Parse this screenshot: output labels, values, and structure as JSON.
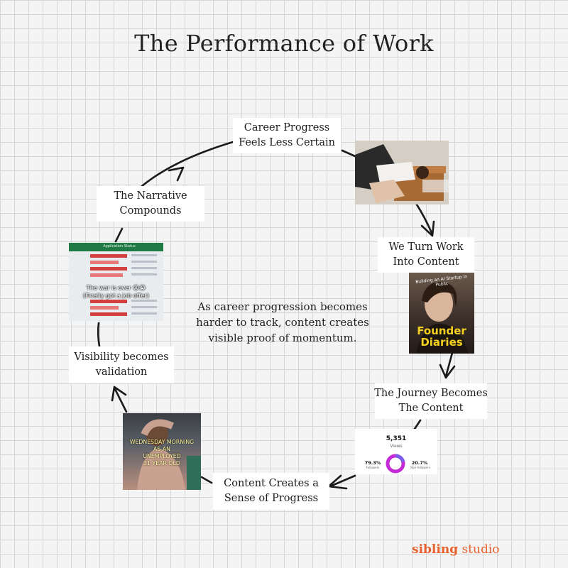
{
  "title": "The Performance of Work",
  "center_text": [
    "As career progression becomes",
    "harder to track, content creates",
    "visible proof of momentum."
  ],
  "nodes": [
    {
      "lines": [
        "Career Progress",
        "Feels Less Certain"
      ]
    },
    {
      "lines": [
        "We Turn Work",
        "Into Content"
      ]
    },
    {
      "lines": [
        "The Journey Becomes",
        "The Content"
      ]
    },
    {
      "lines": [
        "Content Creates a",
        "Sense of Progress"
      ]
    },
    {
      "lines": [
        "Visibility becomes",
        "validation"
      ]
    },
    {
      "lines": [
        "The Narrative",
        "Compounds"
      ]
    }
  ],
  "photos": {
    "founder": {
      "lines": [
        "Founder",
        "Diaries"
      ],
      "overlay": "Building an AI Startup in Public"
    },
    "analytics": {
      "views_value": "5,351",
      "views_label": "Views",
      "left_pct": "79.3%",
      "left_label": "Followers",
      "right_pct": "20.7%",
      "right_label": "Non-followers"
    },
    "wednesday": {
      "lines": [
        "WEDNESDAY MORNING",
        "AS AN",
        "UNEMPLOYED",
        "31 YEAR OLD"
      ]
    },
    "spreadsheet": {
      "lines": [
        "The war is over 😩😭",
        "(Finally got a job offer)"
      ],
      "header": "Application Status"
    }
  },
  "brand": {
    "bold": "sibling",
    "rest": " studio"
  },
  "colors": {
    "brand": "#e8622f",
    "grid": "#d6d6d6",
    "background": "#f4f4f4",
    "text": "#1d1d1d",
    "founder_yellow": "#f5d020",
    "donut": "#c42bd6"
  }
}
